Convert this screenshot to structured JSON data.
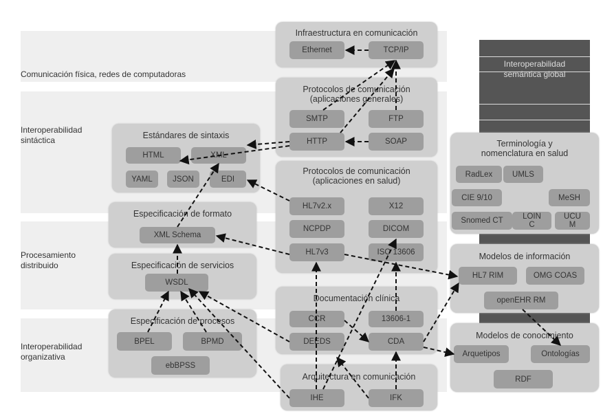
{
  "bands": [
    {
      "id": "fisica",
      "label": "Comunicación física, redes de computadoras"
    },
    {
      "id": "sintactica",
      "label": "Interoperabilidad sintáctica"
    },
    {
      "id": "distribuido",
      "label": "Procesamiento distribuido"
    },
    {
      "id": "organizativa",
      "label": "Interoperabilidad organizativa"
    }
  ],
  "semantic_column": {
    "label": "Interoperabilidad semántica global"
  },
  "groups": [
    {
      "id": "infra",
      "title": "Infraestructura en comunicación",
      "items": [
        "Ethernet",
        "TCP/IP"
      ]
    },
    {
      "id": "protgen",
      "title": "Protocolos de comunicación (aplicaciones generales)",
      "items": [
        "SMTP",
        "FTP",
        "HTTP",
        "SOAP"
      ]
    },
    {
      "id": "sintaxis",
      "title": "Estándares de sintaxis",
      "items": [
        "HTML",
        "XML",
        "YAML",
        "JSON",
        "EDI"
      ]
    },
    {
      "id": "protsalud",
      "title": "Protocolos de comunicación (aplicaciones en salud)",
      "items": [
        "HL7v2.x",
        "X12",
        "NCPDP",
        "DICOM",
        "HL7v3",
        "ISO 13606"
      ]
    },
    {
      "id": "formato",
      "title": "Especificación de formato",
      "items": [
        "XML Schema"
      ]
    },
    {
      "id": "servicios",
      "title": "Especificación de servicios",
      "items": [
        "WSDL"
      ]
    },
    {
      "id": "procesos",
      "title": "Especificación de procesos",
      "items": [
        "BPEL",
        "BPMD",
        "ebBPSS"
      ]
    },
    {
      "id": "docclin",
      "title": "Documentación clínica",
      "items": [
        "CCR",
        "13606-1",
        "DEEDS",
        "CDA"
      ]
    },
    {
      "id": "arq",
      "title": "Arquitectura en comunicación",
      "items": [
        "IHE",
        "IFK"
      ]
    },
    {
      "id": "termino",
      "title": "Terminología y nomenclatura en salud",
      "items": [
        "RadLex",
        "UMLS",
        "CIE 9/10",
        "MeSH",
        "Snomed CT",
        "LOIN C",
        "UCU M"
      ]
    },
    {
      "id": "modinfo",
      "title": "Modelos de información",
      "items": [
        "HL7 RIM",
        "OMG COAS",
        "openEHR RM"
      ]
    },
    {
      "id": "modcon",
      "title": "Modelos de conocimiento",
      "items": [
        "Arquetipos",
        "Ontologías",
        "RDF"
      ]
    }
  ],
  "colors": {
    "band": "#efefef",
    "group": "#cfcfcf",
    "item": "#9e9e9e",
    "semantic": "#555555"
  }
}
